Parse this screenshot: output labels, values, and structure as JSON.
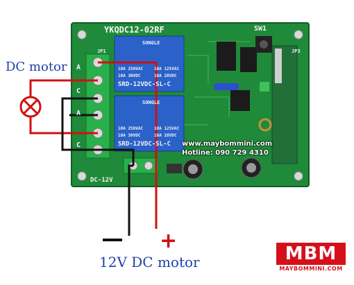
{
  "board": {
    "model": "YKQDC12-02RF",
    "switch_label": "SW1",
    "power_label": "DC-12V",
    "header_jp1": "JP1",
    "header_jp3": "JP3",
    "terminal_labels": [
      "A",
      "C",
      "A",
      "C"
    ]
  },
  "relays": [
    {
      "brand": "SONGLE",
      "rating_1": "10A 250VAC",
      "rating_1b": "10A 125VAC",
      "rating_2": "10A 30VDC",
      "rating_2b": "10A 28VDC",
      "model": "SRD-12VDC-SL-C"
    },
    {
      "brand": "SONGLE",
      "rating_1": "10A 250VAC",
      "rating_1b": "10A 125VAC",
      "rating_2": "10A 30VDC",
      "rating_2b": "10A 28VDC",
      "model": "SRD-12VDC-SL-C"
    }
  ],
  "annotations": {
    "dc_motor": "DC motor",
    "supply": "12V DC motor",
    "minus": "−",
    "plus": "+"
  },
  "watermark": {
    "site": "www.maybommini.com",
    "hotline": "Hotline: 090 729 4310"
  },
  "brand": {
    "letters": "MBM",
    "url": "MAYBOMMINI.COM"
  },
  "colors": {
    "pcb": "#1f8a3a",
    "wire_red": "#d01010",
    "wire_black": "#111111",
    "relay_blue": "#2a62c9",
    "terminal_green": "#28b04a",
    "brand_red": "#d6101a"
  }
}
